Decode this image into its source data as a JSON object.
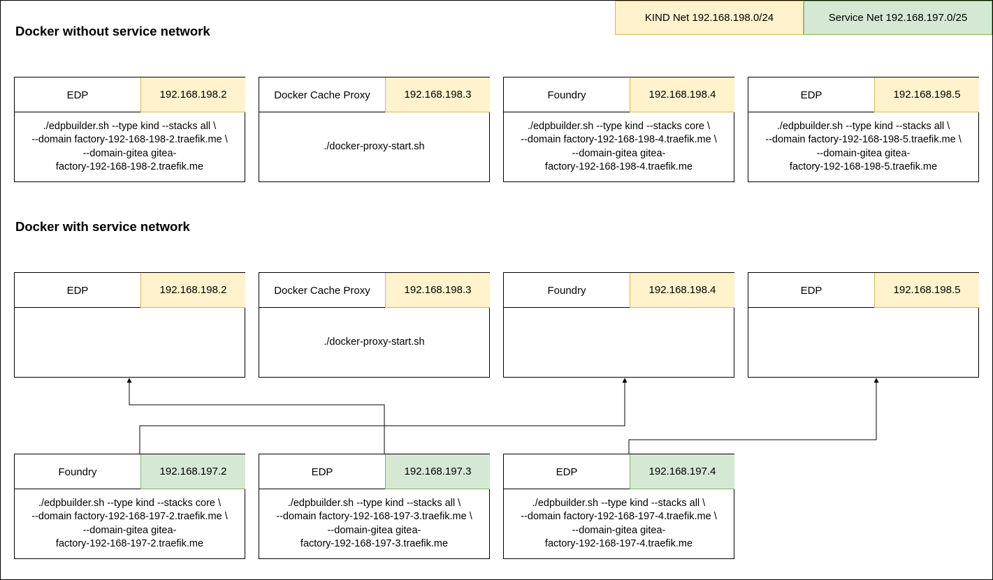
{
  "legend": {
    "kind_net": "KIND Net 192.168.198.0/24",
    "service_net": "Service Net 192.168.197.0/25"
  },
  "colors": {
    "kind_fill": "#fff2cc",
    "kind_stroke": "#d6b656",
    "service_fill": "#d5e8d4",
    "service_stroke": "#82b366"
  },
  "section1": {
    "title": "Docker without service network",
    "nodes": [
      {
        "name": "EDP",
        "ip": "192.168.198.2",
        "cmd": "./edpbuilder.sh --type kind --stacks all \\\n--domain factory-192-168-198-2.traefik.me \\\n--domain-gitea gitea-\nfactory-192-168-198-2.traefik.me"
      },
      {
        "name": "Docker Cache Proxy",
        "ip": "192.168.198.3",
        "cmd": "./docker-proxy-start.sh"
      },
      {
        "name": "Foundry",
        "ip": "192.168.198.4",
        "cmd": "./edpbuilder.sh --type kind --stacks core \\\n--domain factory-192-168-198-4.traefik.me \\\n--domain-gitea gitea-\nfactory-192-168-198-4.traefik.me"
      },
      {
        "name": "EDP",
        "ip": "192.168.198.5",
        "cmd": "./edpbuilder.sh --type kind --stacks all \\\n--domain factory-192-168-198-5.traefik.me \\\n--domain-gitea gitea-\nfactory-192-168-198-5.traefik.me"
      }
    ]
  },
  "section2": {
    "title": "Docker with service network",
    "hosts": [
      {
        "name": "EDP",
        "ip": "192.168.198.2",
        "cmd": ""
      },
      {
        "name": "Docker Cache Proxy",
        "ip": "192.168.198.3",
        "cmd": "./docker-proxy-start.sh"
      },
      {
        "name": "Foundry",
        "ip": "192.168.198.4",
        "cmd": ""
      },
      {
        "name": "EDP",
        "ip": "192.168.198.5",
        "cmd": ""
      }
    ],
    "services": [
      {
        "name": "Foundry",
        "ip": "192.168.197.2",
        "cmd": "./edpbuilder.sh --type kind --stacks core \\\n--domain factory-192-168-197-2.traefik.me \\\n--domain-gitea gitea-\nfactory-192-168-197-2.traefik.me"
      },
      {
        "name": "EDP",
        "ip": "192.168.197.3",
        "cmd": "./edpbuilder.sh --type kind --stacks all \\\n--domain factory-192-168-197-3.traefik.me \\\n--domain-gitea gitea-\nfactory-192-168-197-3.traefik.me"
      },
      {
        "name": "EDP",
        "ip": "192.168.197.4",
        "cmd": "./edpbuilder.sh --type kind --stacks all \\\n--domain factory-192-168-197-4.traefik.me \\\n--domain-gitea gitea-\nfactory-192-168-197-4.traefik.me"
      }
    ],
    "connections": [
      {
        "from": "192.168.197.2",
        "to": "192.168.198.4"
      },
      {
        "from": "192.168.197.3",
        "to": "192.168.198.2"
      },
      {
        "from": "192.168.197.4",
        "to": "192.168.198.5"
      }
    ]
  }
}
